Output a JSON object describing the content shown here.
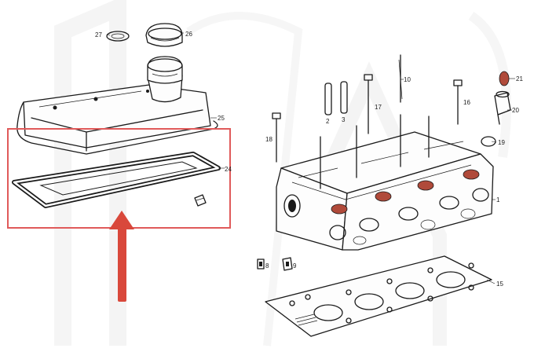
{
  "diagram": {
    "callouts": {
      "c1": "1",
      "c2": "2",
      "c3": "3",
      "c8": "8",
      "c9": "9",
      "c10": "10",
      "c15": "15",
      "c16": "16",
      "c17": "17",
      "c18": "18",
      "c19": "19",
      "c20": "20",
      "c21": "21",
      "c24": "24",
      "c25": "25",
      "c26": "26",
      "c27": "27"
    },
    "colors": {
      "highlight_box": "#e05a5a",
      "arrow": "#d9483b",
      "ink": "#1a1a1a",
      "watermark": "#e3e3e3"
    }
  }
}
